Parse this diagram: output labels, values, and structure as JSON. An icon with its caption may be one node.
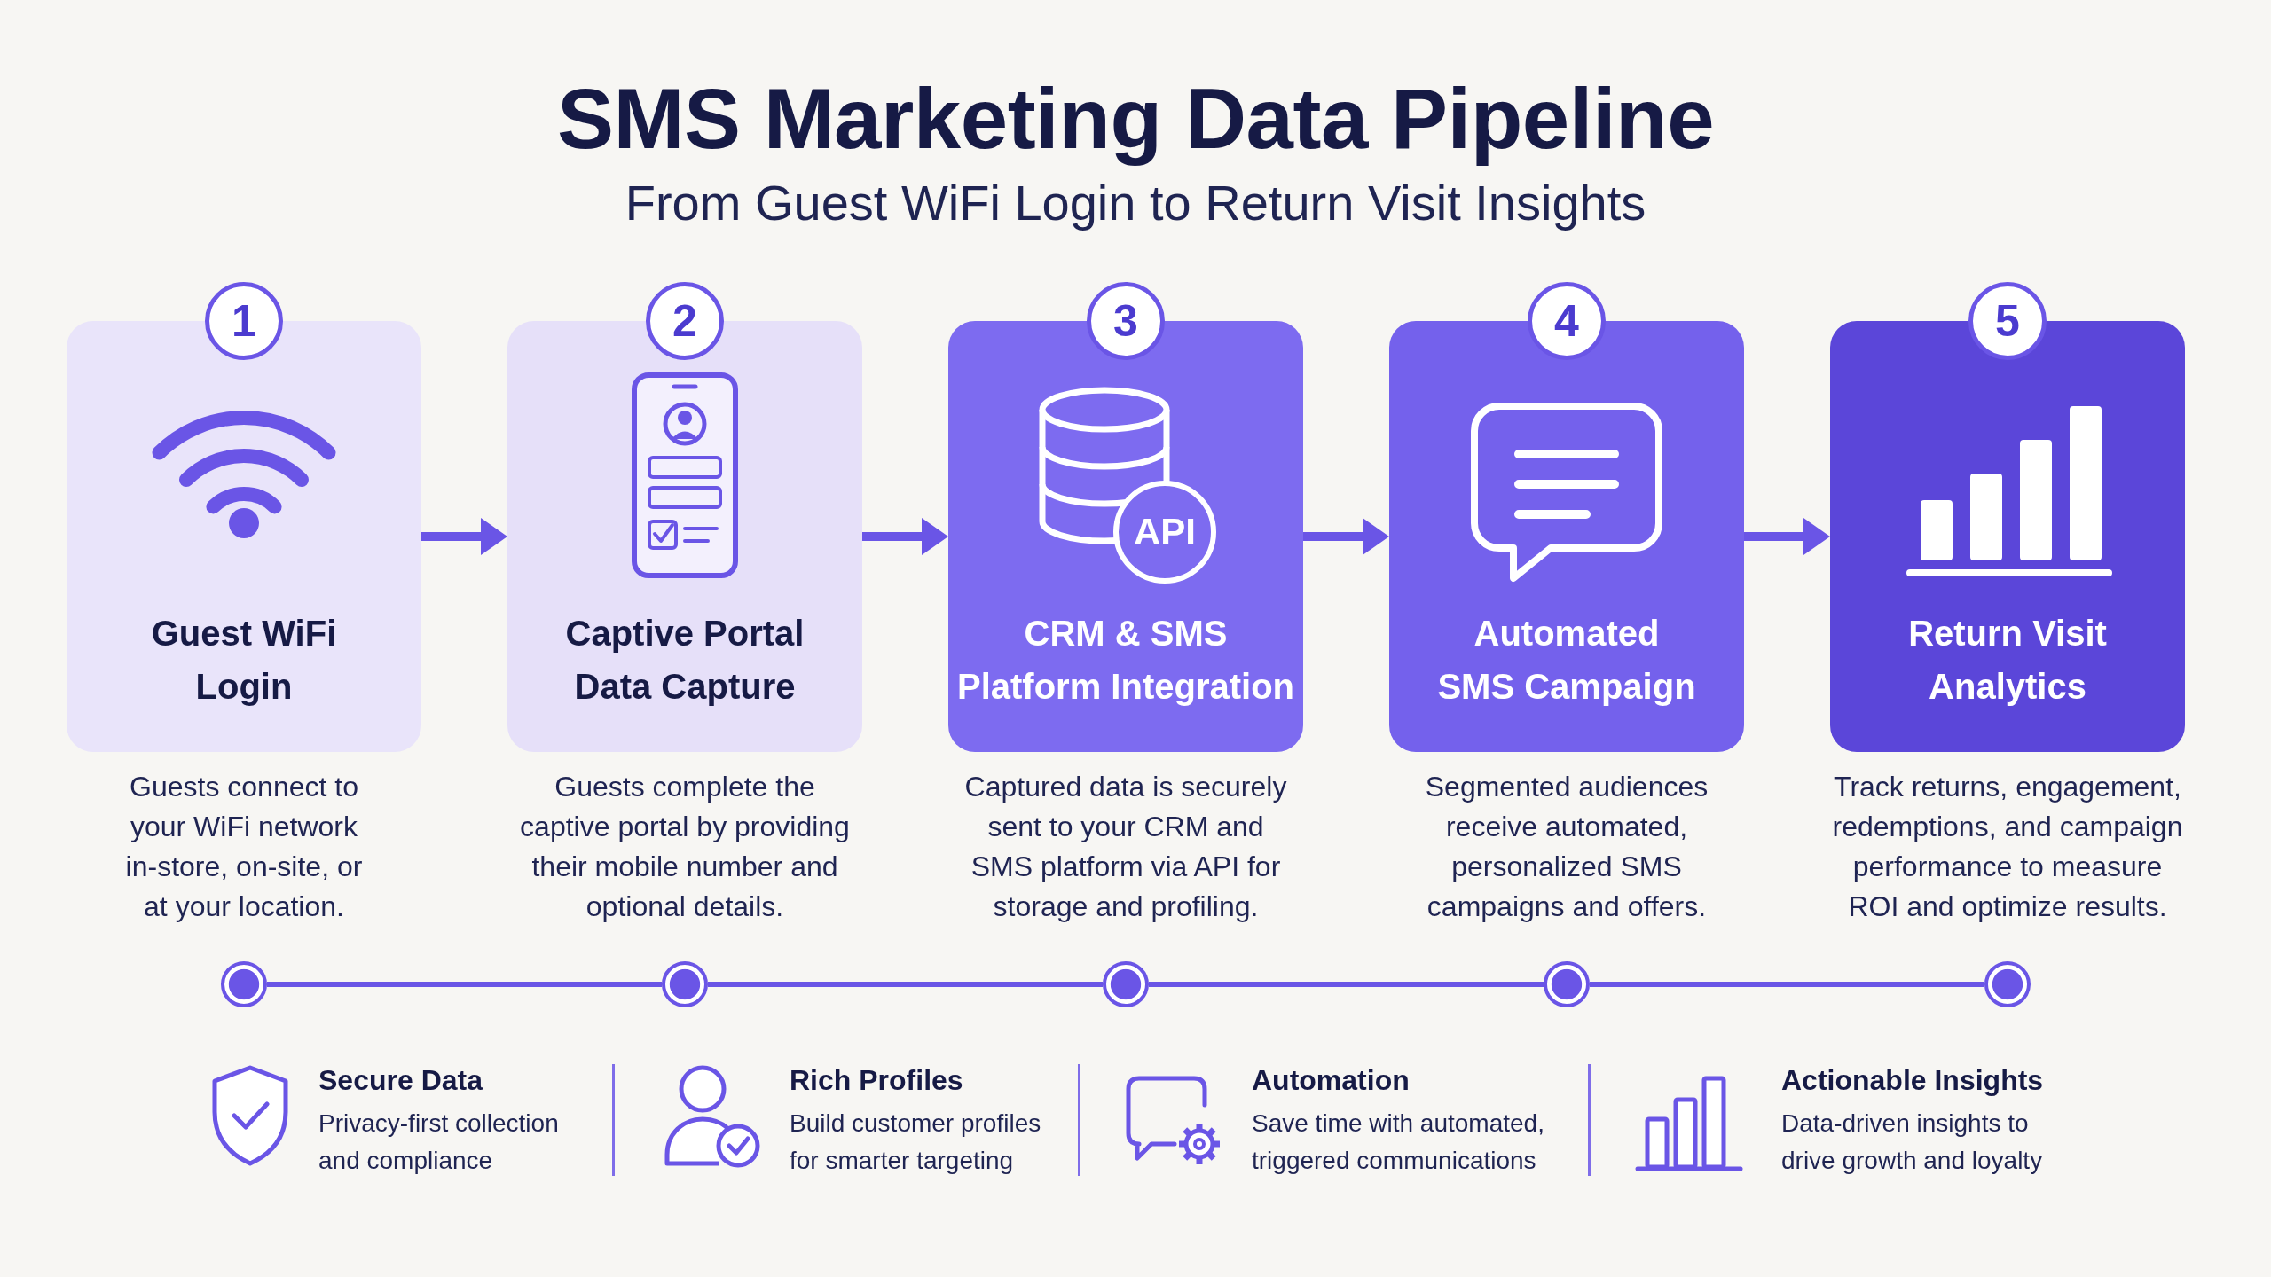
{
  "diagram": {
    "title": "SMS Marketing Data Pipeline",
    "nodes": [
      {
        "text": [
          "1"
        ]
      },
      {
        "text": [
          "Guest WiFi Login"
        ],
        "beside": [
          "Guests connect to your WiFi network in-store, on-site, or at your location."
        ]
      },
      {
        "text": [
          "2"
        ]
      },
      {
        "text": [
          "Captive Portal Data Capture"
        ],
        "beside": [
          "Guests complete the captive portal by providing their mobile number and optional details."
        ]
      },
      {
        "text": [
          "3"
        ]
      },
      {
        "text": [
          "CRM & SMS Platform Integration"
        ],
        "beside": [
          "Captured data is securely sent to your CRM and SMS platform via API for storage and profiling."
        ]
      },
      {
        "text": [
          "API"
        ],
        "in": 5
      },
      {
        "text": [
          "4"
        ]
      },
      {
        "text": [
          "Automated SMS Campaign"
        ],
        "beside": [
          "Segmented audiences receive automated, personalized SMS campaigns and offers."
        ]
      },
      {
        "text": [
          "5"
        ]
      },
      {
        "text": [
          "Return Visit Analytics"
        ],
        "beside": [
          "Track returns, engagement, redemptions, and campaign performance to measure ROI and optimize results."
        ]
      },
      {
        "text": [],
        "shape": "circle"
      },
      {
        "text": [],
        "shape": "circle"
      },
      {
        "text": [],
        "shape": "circle"
      },
      {
        "text": [],
        "shape": "circle"
      },
      {
        "text": [],
        "shape": "circle"
      }
    ],
    "edges": [
      {
        "from": 1,
        "to": 3,
        "arrow": "to"
      },
      {
        "from": 3,
        "to": 5,
        "arrow": "to"
      },
      {
        "from": 5,
        "to": 8,
        "arrow": "to"
      },
      {
        "from": 8,
        "to": 10,
        "arrow": "to"
      },
      {
        "from": 11,
        "to": 12,
        "arrow": "none"
      },
      {
        "from": 12,
        "to": 13,
        "arrow": "none"
      },
      {
        "from": 13,
        "to": 14,
        "arrow": "none"
      },
      {
        "from": 14,
        "to": 15,
        "arrow": "none"
      }
    ],
    "labels": [
      "From Guest WiFi Login to Return Visit Insights",
      "Secure Data",
      "Privacy-first collection and compliance",
      "Rich Profiles",
      "Build customer profiles for smarter targeting",
      "Automation",
      "Save time with automated, triggered communications",
      "Actionable Insights",
      "Data-driven insights to drive growth and loyalty"
    ]
  }
}
